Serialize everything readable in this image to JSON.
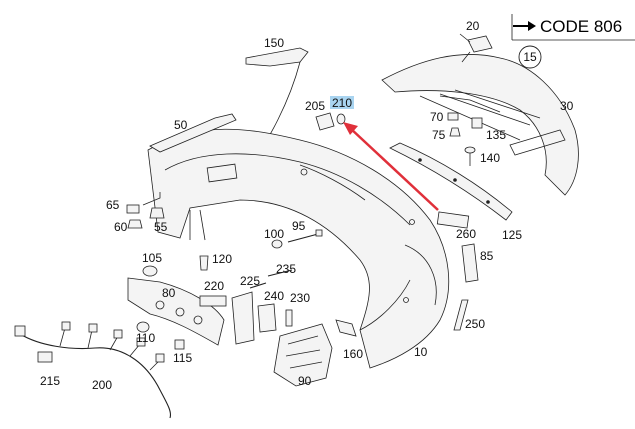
{
  "code_box": {
    "arrow_symbol": "➞",
    "text": "CODE 806",
    "circle_label": "15"
  },
  "labels": {
    "p20": "20",
    "p30": "30",
    "p150": "150",
    "p205": "205",
    "p210": "210",
    "p50": "50",
    "p70": "70",
    "p75": "75",
    "p135": "135",
    "p140": "140",
    "p65": "65",
    "p60": "60",
    "p55": "55",
    "p95": "95",
    "p100": "100",
    "p105": "105",
    "p120": "120",
    "p235": "235",
    "p225": "225",
    "p220": "220",
    "p80": "80",
    "p240": "240",
    "p230": "230",
    "p260": "260",
    "p125": "125",
    "p85": "85",
    "p250": "250",
    "p110": "110",
    "p115": "115",
    "p160": "160",
    "p10": "10",
    "p215": "215",
    "p200": "200",
    "p90": "90"
  },
  "colors": {
    "highlight": "#a9d4f0",
    "arrow": "#e0303a",
    "line": "#222222"
  }
}
